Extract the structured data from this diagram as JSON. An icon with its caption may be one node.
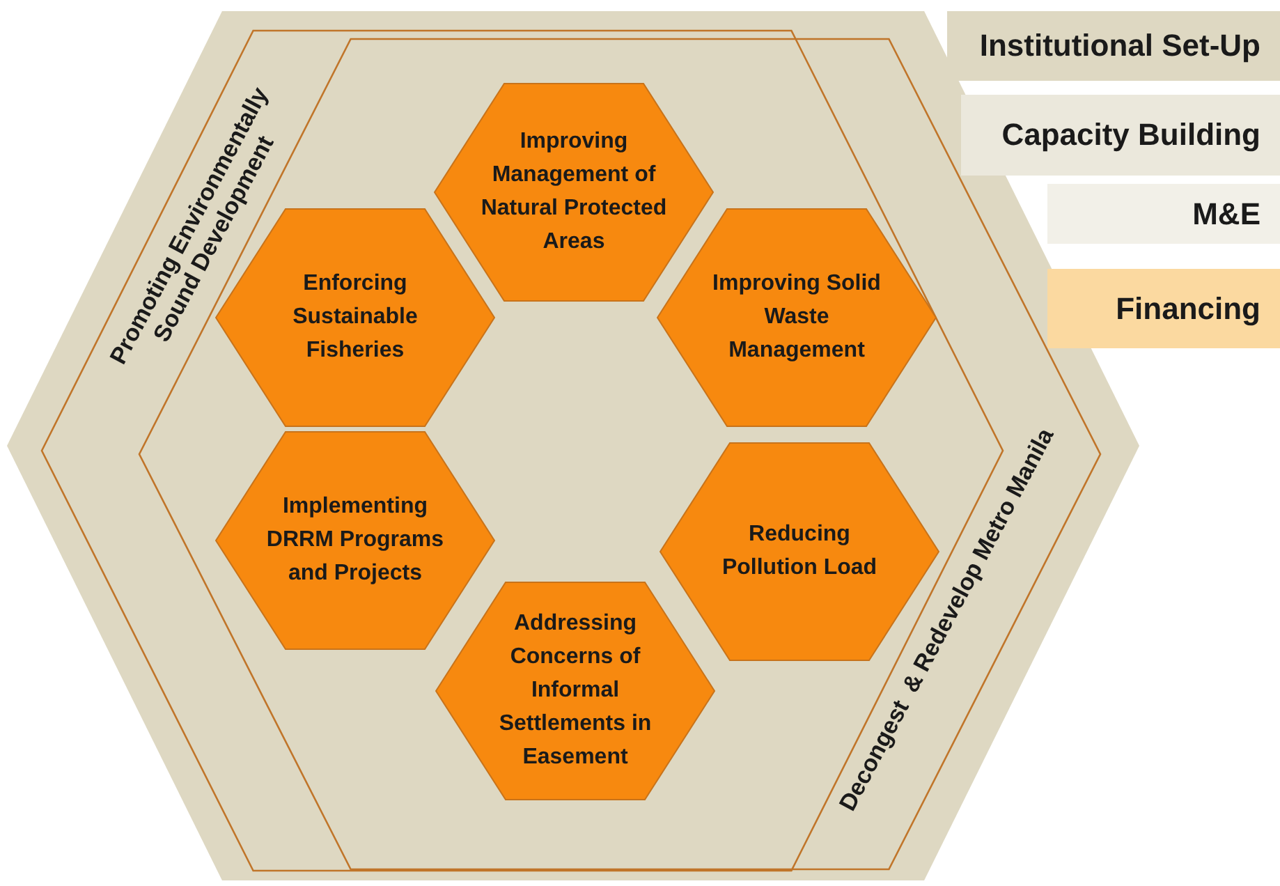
{
  "diagram": {
    "nodes": [
      {
        "text": [],
        "shape": "hexagon"
      },
      {
        "text": [
          "Promoting Environmentally Sound Development"
        ],
        "in": 0
      },
      {
        "text": [
          "Decongest  & Redevelop Metro Manila"
        ],
        "in": 0
      },
      {
        "text": [
          "Improving Management of Natural Protected Areas"
        ],
        "in": 2
      },
      {
        "text": [
          "Enforcing Sustainable Fisheries"
        ],
        "in": 2
      },
      {
        "text": [
          "Improving Solid Waste Management"
        ],
        "in": 2
      },
      {
        "text": [
          "Implementing DRRM Programs and Projects"
        ],
        "in": 2
      },
      {
        "text": [
          "Reducing Pollution Load"
        ],
        "in": 2
      },
      {
        "text": [
          "Addressing Concerns of Informal Settlements in Easement"
        ],
        "in": 2
      },
      {
        "text": [
          "Institutional Set-Up"
        ]
      },
      {
        "text": [
          "Capacity Building"
        ]
      },
      {
        "text": [
          "M&E"
        ]
      },
      {
        "text": [
          "Financing"
        ]
      }
    ],
    "edges": []
  }
}
